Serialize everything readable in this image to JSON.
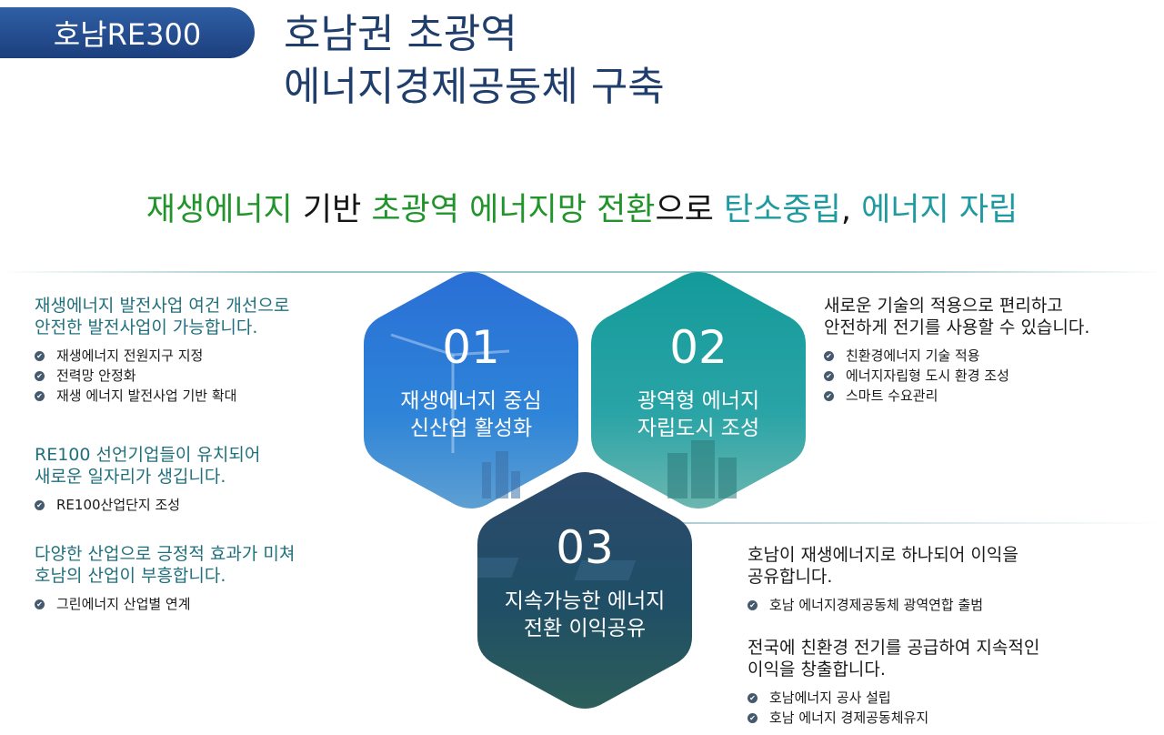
{
  "badge": "호남RE300",
  "title": {
    "line1": "호남권 초광역",
    "line2": "에너지경제공동체 구축"
  },
  "slogan": {
    "p1": "재생에너지",
    "p2": " 기반 ",
    "p3": "초광역 에너지망 전환",
    "p4": "으로 ",
    "p5": "탄소중립",
    "p6": ", ",
    "p7": "에너지 자립"
  },
  "colors": {
    "green": "#22942c",
    "teal": "#1f9aa0",
    "navy": "#1f3e6b"
  },
  "left": [
    {
      "h1": "재생에너지 발전사업 여건 개선으로",
      "h2": "안전한 발전사업이 가능합니다.",
      "items": [
        "재생에너지 전원지구 지정",
        "전력망 안정화",
        "재생 에너지 발전사업 기반 확대"
      ]
    },
    {
      "h1": "RE100 선언기업들이 유치되어",
      "h2": "새로운 일자리가 생깁니다.",
      "items": [
        "RE100산업단지 조성"
      ]
    },
    {
      "h1": "다양한 산업으로 긍정적 효과가 미쳐",
      "h2": "호남의 산업이 부흥합니다.",
      "items": [
        "그린에너지 산업별 연계"
      ]
    }
  ],
  "right_top": {
    "h1": "새로운 기술의 적용으로 편리하고",
    "h2": "안전하게 전기를 사용할 수 있습니다.",
    "items": [
      "친환경에너지 기술 적용",
      "에너지자립형 도시 환경 조성",
      "스마트 수요관리"
    ]
  },
  "right_bottom": [
    {
      "h1": "호남이 재생에너지로 하나되어 이익을",
      "h2": "공유합니다.",
      "items": [
        "호남 에너지경제공동체 광역연합 출범"
      ]
    },
    {
      "h1": "전국에 친환경 전기를 공급하여 지속적인",
      "h2": "이익을 창출합니다.",
      "items": [
        "호남에너지 공사 설립",
        "호남 에너지 경제공동체유지"
      ]
    }
  ],
  "hexes": [
    {
      "num": "01",
      "l1": "재생에너지 중심",
      "l2": "신산업 활성화"
    },
    {
      "num": "02",
      "l1": "광역형 에너지",
      "l2": "자립도시 조성"
    },
    {
      "num": "03",
      "l1": "지속가능한 에너지",
      "l2": "전환 이익공유"
    }
  ]
}
